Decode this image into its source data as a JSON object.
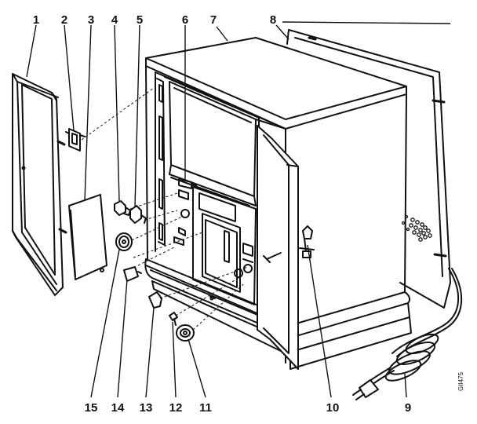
{
  "callouts": [
    {
      "id": "1",
      "label": "1"
    },
    {
      "id": "2",
      "label": "2"
    },
    {
      "id": "3",
      "label": "3"
    },
    {
      "id": "4",
      "label": "4"
    },
    {
      "id": "5",
      "label": "5"
    },
    {
      "id": "6",
      "label": "6"
    },
    {
      "id": "7",
      "label": "7"
    },
    {
      "id": "8",
      "label": "8"
    },
    {
      "id": "9",
      "label": "9"
    },
    {
      "id": "10",
      "label": "10"
    },
    {
      "id": "11",
      "label": "11"
    },
    {
      "id": "12",
      "label": "12"
    },
    {
      "id": "13",
      "label": "13"
    },
    {
      "id": "14",
      "label": "14"
    },
    {
      "id": "15",
      "label": "15"
    }
  ],
  "drawing_code": "GII475"
}
